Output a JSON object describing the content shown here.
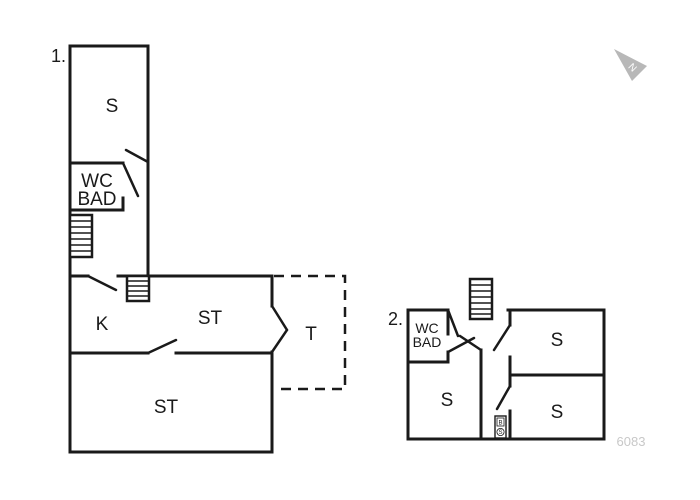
{
  "floor1": {
    "number": "1.",
    "rooms": {
      "bedroom_top": "S",
      "wc": "WC",
      "bath": "BAD",
      "kitchen": "K",
      "living_mid": "ST",
      "terrace": "T",
      "living_bottom": "ST"
    }
  },
  "floor2": {
    "number": "2.",
    "rooms": {
      "wc": "WC",
      "bath": "BAD",
      "bedroom_left": "S",
      "bedroom_top_right": "S",
      "bedroom_bottom_right": "S"
    },
    "appliance": {
      "top": "B",
      "bottom": "S"
    }
  },
  "compass": {
    "letter": "N",
    "color": "#b8b8b8"
  },
  "plan_code": "6083"
}
